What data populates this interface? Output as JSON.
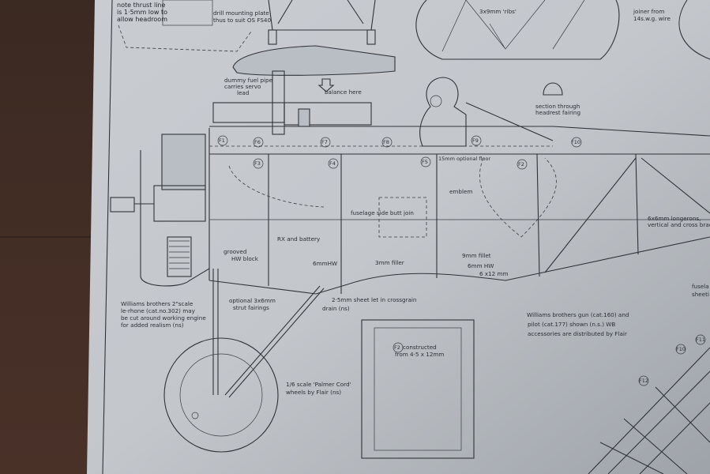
{
  "plan": {
    "notes": {
      "thrust_line": [
        "note thrust line",
        "is 1·5mm low to",
        "allow headroom"
      ],
      "mounting_plate": [
        "drill mounting plate",
        "thus to suit OS FS40"
      ],
      "ribs": "3x9mm 'ribs'",
      "joiner": [
        "joiner from",
        "14s.w.g. wire"
      ],
      "fuel_pipe": [
        "dummy fuel pipe",
        "carries servo",
        "lead"
      ],
      "balance": "balance here",
      "headrest": [
        "section through",
        "headrest fairing"
      ],
      "floor": "15mm optional floor",
      "emblem": "emblem",
      "butt_join": "fuselage side butt join",
      "rx_battery": "RX and battery",
      "hw_block": [
        "grooved",
        "HW block"
      ],
      "hw_6mm": "6mmHW",
      "filler": "3mm filler",
      "fillet": "9mm fillet",
      "hw_6mm_b": "6mm HW",
      "size_6x12": "6 x12 mm",
      "longerons": [
        "6x6mm longerons,",
        "vertical and cross brace"
      ],
      "engine": [
        "Williams brothers 2\"scale",
        "le-rhone (cat.no.302) may",
        "be cut around working engine",
        "for added realism (ns)"
      ],
      "strut": [
        "optional  3x6mm",
        "strut fairings"
      ],
      "sheet": "2·5mm sheet let in crossgrain",
      "drain": "drain (ns)",
      "accessories": [
        "Williams brothers gun (cat.160) and",
        "pilot (cat.177) shown (n.s.) WB",
        "accessories are distributed by Flair"
      ],
      "f2_constructed": [
        "constructed",
        "from  4·5 x 12mm"
      ],
      "wheels": [
        "1/6 scale 'Palmer Cord'",
        "wheels by Flair  (ns)"
      ],
      "sheeting": [
        "fusela",
        "sheeti"
      ]
    },
    "formers": [
      "F1",
      "F6",
      "F7",
      "F8",
      "F9",
      "F10",
      "F3",
      "F4",
      "F5",
      "F2",
      "F2",
      "F11",
      "F10",
      "F12"
    ]
  }
}
